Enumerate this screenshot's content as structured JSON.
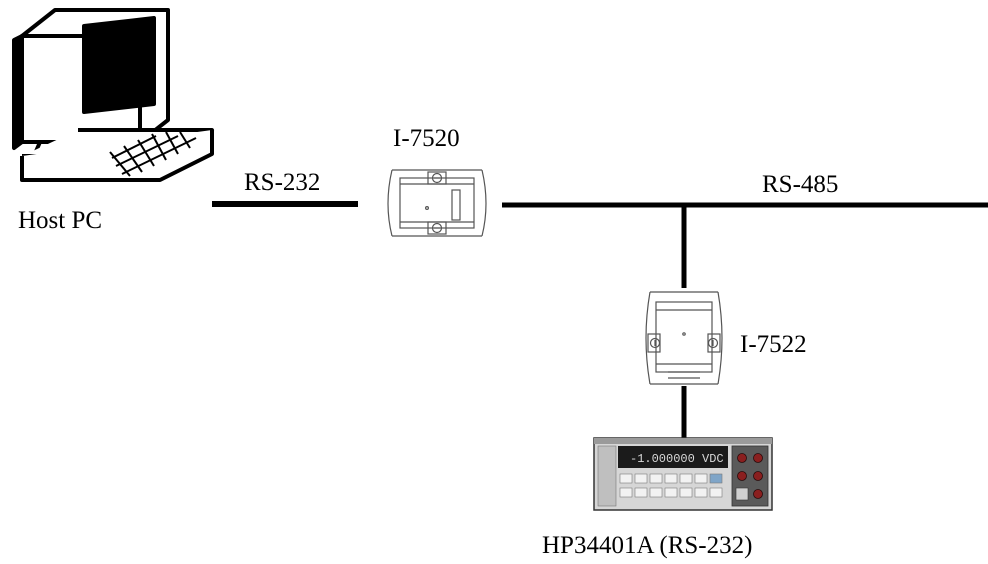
{
  "diagram": {
    "nodes": {
      "host_pc": {
        "label": "Host PC",
        "icon": "desktop-computer-icon"
      },
      "i7520": {
        "label": "I-7520",
        "icon": "converter-module-icon"
      },
      "i7522": {
        "label": "I-7522",
        "icon": "converter-module-icon"
      },
      "hp34401a": {
        "label": "HP34401A (RS-232)",
        "icon": "digital-multimeter-icon",
        "display_reading": "-1.000000 VDC"
      }
    },
    "links": {
      "rs232_label": "RS-232",
      "rs485_label": "RS-485"
    },
    "colors": {
      "line": "#000000",
      "background": "#ffffff",
      "module_outline": "#555555",
      "meter_body": "#d9d9d9",
      "meter_display": "#1b1b1b",
      "meter_accent": "#8a1f1f"
    }
  }
}
